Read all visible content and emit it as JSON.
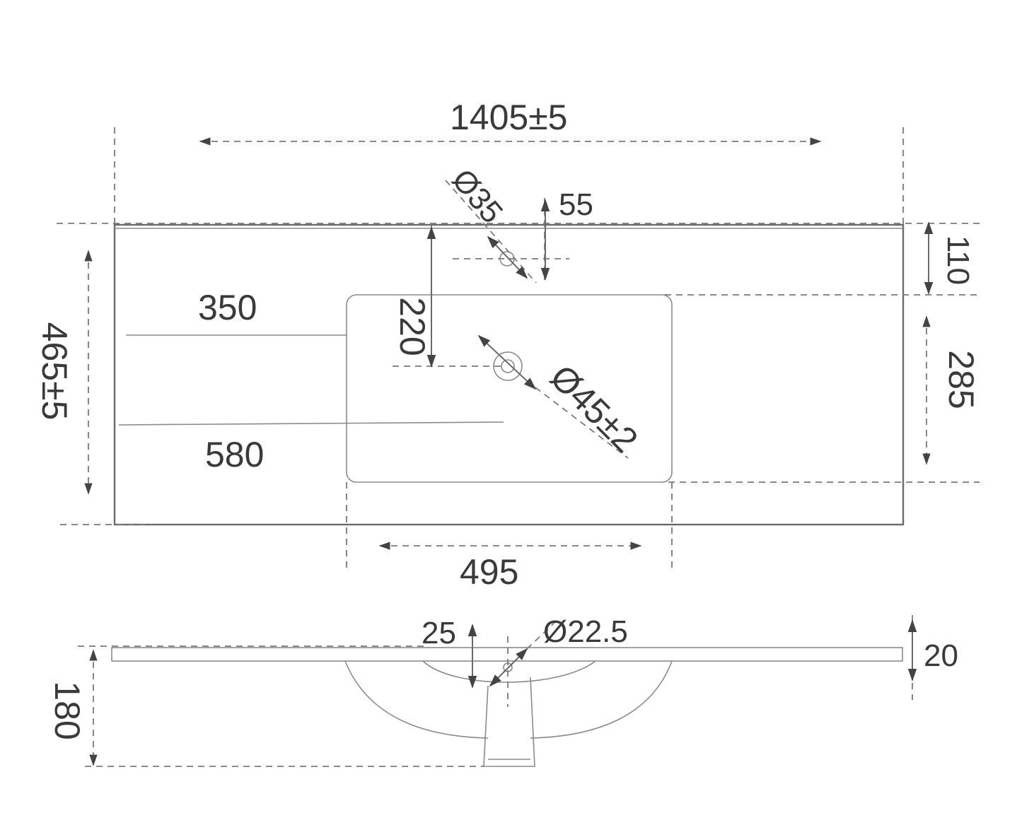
{
  "top_view": {
    "overall_width": "1405±5",
    "overall_depth": "465±5",
    "tap_hole": "Ø35",
    "tap_offset": "55",
    "back_to_basin": "110",
    "basin_depth": "285",
    "tap_to_drain": "220",
    "left_to_basin": "350",
    "left_to_drain": "580",
    "drain": "Ø45±2",
    "basin_width": "495"
  },
  "side_view": {
    "overflow_offset": "25",
    "overflow_hole": "Ø22.5",
    "slab_thickness": "20",
    "total_height": "180"
  }
}
